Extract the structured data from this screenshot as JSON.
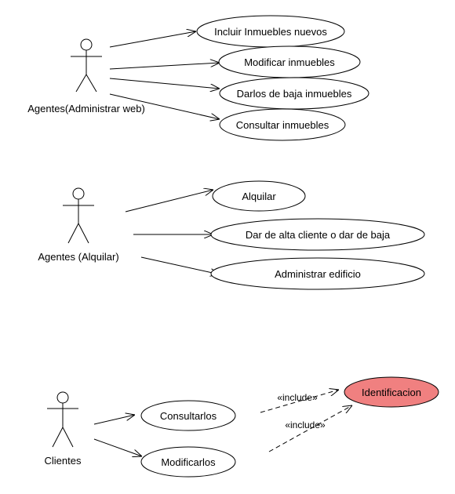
{
  "diagram": {
    "actors": [
      {
        "id": "a1",
        "label": "Agentes(Administrar web)"
      },
      {
        "id": "a2",
        "label": "Agentes (Alquilar)"
      },
      {
        "id": "a3",
        "label": "Clientes"
      }
    ],
    "use_cases": [
      {
        "id": "u1",
        "label": "Incluir Inmuebles nuevos",
        "actor": "a1"
      },
      {
        "id": "u2",
        "label": "Modificar inmuebles",
        "actor": "a1"
      },
      {
        "id": "u3",
        "label": "Darlos de baja inmuebles",
        "actor": "a1"
      },
      {
        "id": "u4",
        "label": "Consultar inmuebles",
        "actor": "a1"
      },
      {
        "id": "u5",
        "label": "Alquilar",
        "actor": "a2"
      },
      {
        "id": "u6",
        "label": "Dar de alta cliente o dar de baja",
        "actor": "a2"
      },
      {
        "id": "u7",
        "label": "Administrar edificio",
        "actor": "a2"
      },
      {
        "id": "u8",
        "label": "Consultarlos",
        "actor": "a3"
      },
      {
        "id": "u9",
        "label": "Modificarlos",
        "actor": "a3"
      },
      {
        "id": "u10",
        "label": "Identificacion",
        "highlight_color": "#f08080"
      }
    ],
    "relations": [
      {
        "type": "include",
        "label": "«include»",
        "from": "u8",
        "to": "u10"
      },
      {
        "type": "include",
        "label": "«include»",
        "from": "u9",
        "to": "u10"
      }
    ]
  }
}
